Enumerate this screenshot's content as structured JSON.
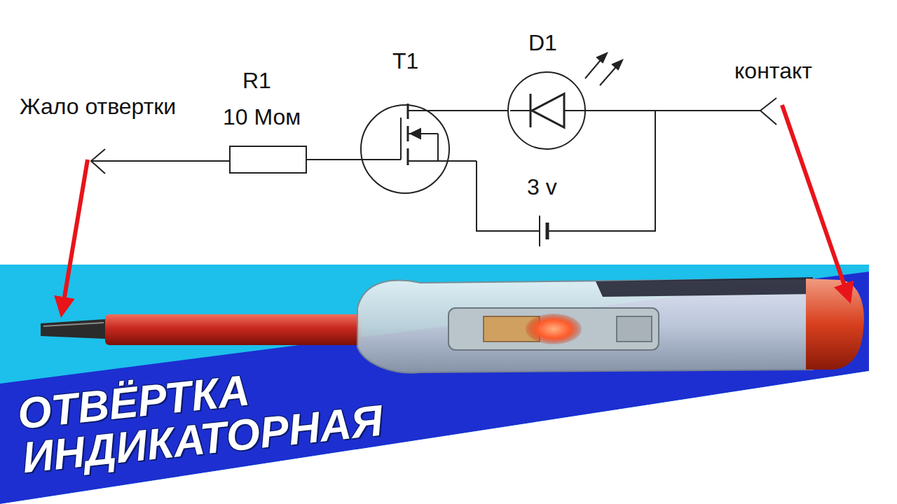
{
  "diagram": {
    "title": "ОТВЁРТКА ИНДИКАТОРНАЯ",
    "labels": [
      "Жало отвертки",
      "R1",
      "10 Мом",
      "T1",
      "D1",
      "контакт",
      "3 v"
    ]
  }
}
